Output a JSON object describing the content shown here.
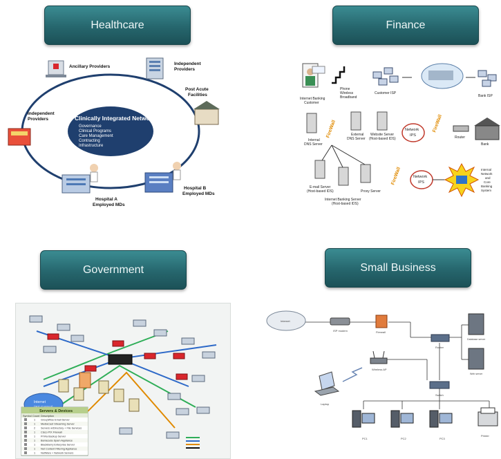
{
  "panels": {
    "healthcare": {
      "label": "Healthcare"
    },
    "finance": {
      "label": "Finance"
    },
    "government": {
      "label": "Government"
    },
    "small_business": {
      "label": "Small Business"
    }
  },
  "healthcare_diagram": {
    "center_title": "Clinically Integrated Network",
    "center_bullets": [
      "Governance",
      "Clinical Programs",
      "Care Management",
      "Contracting",
      "Infrastructure"
    ],
    "nodes": {
      "ancillary": "Ancillary Providers",
      "independent_right_1": "Independent",
      "independent_right_2": "Providers",
      "post_acute_1": "Post Acute",
      "post_acute_2": "Facilities",
      "independent_left_1": "Independent",
      "independent_left_2": "Providers",
      "hospital_a_1": "Hospital A",
      "hospital_a_2": "Employed MDs",
      "hospital_b_1": "Hospital B",
      "hospital_b_2": "Employed MDs"
    }
  },
  "finance_diagram": {
    "labels": {
      "customer_1": "Internet Banking",
      "customer_2": "Customer",
      "phone_1": "Phone",
      "phone_2": "Wireless",
      "phone_3": "Broadband",
      "customer_isp": "Customer ISP",
      "bank_isp": "Bank ISP",
      "internal_dns_1": "Internal",
      "internal_dns_2": "DNS Server",
      "external_dns_1": "External",
      "external_dns_2": "DNS Server",
      "website_1": "Website Server",
      "website_2": "(Host-based IDS)",
      "network_ips_1": "Network",
      "network_ips_2": "IPS",
      "router": "Router",
      "bank": "Bank",
      "firewall": "FireWall",
      "email_1": "E-mail Server",
      "email_2": "(Host-based IDS)",
      "proxy": "Proxy Server",
      "ib_server_1": "Internet Banking Server",
      "ib_server_2": "(Host-based IDS)",
      "internal_net_1": "Internal",
      "internal_net_2": "Network",
      "internal_net_3": "and",
      "internal_net_4": "Core",
      "internal_net_5": "Banking",
      "internal_net_6": "System"
    }
  },
  "government_diagram": {
    "cloud_1": "Internet",
    "cloud_2": "(ISC Content)",
    "table_title": "Servers & Devices",
    "table_headers": [
      "Symbol",
      "Count",
      "Description"
    ],
    "rows": [
      {
        "count": "1",
        "desc": "GroupWise Email Server"
      },
      {
        "count": "1",
        "desc": "MediaCast Streaming Server"
      },
      {
        "count": "2",
        "desc": "Servers w/Directory + File Services"
      },
      {
        "count": "1",
        "desc": "Cisco PIX Firewall"
      },
      {
        "count": "1",
        "desc": "PriVia Backup Server"
      },
      {
        "count": "1",
        "desc": "Barracuda Spam Appliance"
      },
      {
        "count": "1",
        "desc": "BlackBerry Enterprise Server"
      },
      {
        "count": "1",
        "desc": "Net Content Filtering Appliance"
      },
      {
        "count": "1",
        "desc": "NetWare + Network Servers"
      }
    ]
  },
  "small_business_diagram": {
    "labels": {
      "internet": "Internet",
      "isp_modem": "ISP modem",
      "firewall": "Firewall",
      "router": "Router",
      "wireless_ap": "Wireless AP",
      "laptop": "Laptop",
      "switch": "Switch",
      "pc1": "PC1",
      "pc2": "PC2",
      "pc3": "PC3",
      "printer": "Printer",
      "database_server": "Database server",
      "web_server": "Web server"
    }
  },
  "colors": {
    "button_top": "#3b8c92",
    "button_bottom": "#1c5157",
    "healthcare_ellipse": "#1f3f6e",
    "firewall_text": "#e08a00",
    "gov_red": "#d9262c",
    "gov_green": "#2fae58",
    "gov_blue": "#2d69c8"
  }
}
